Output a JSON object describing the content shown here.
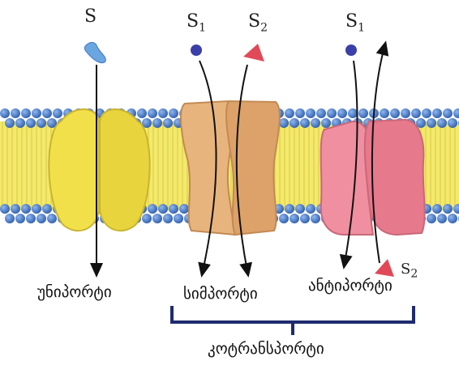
{
  "substrates": {
    "uniport": "S",
    "symport_1": "S",
    "symport_1_sub": "1",
    "symport_2": "S",
    "symport_2_sub": "2",
    "antiport_1": "S",
    "antiport_1_sub": "1",
    "antiport_2": "S",
    "antiport_2_sub": "2"
  },
  "labels": {
    "uniport": "უნიპორტი",
    "symport": "სიმპორტი",
    "antiport": "ანტიპორტი",
    "cotransport": "კოტრანსპორტი"
  },
  "colors": {
    "lipid_head": "#3f78c8",
    "lipid_tail": "#f3e96a",
    "uniporter": "#f2e04a",
    "symporter": "#e8b47e",
    "antiporter": "#ef8fa0",
    "bracket": "#1f2b6e",
    "molecule_s": "#6aa6e0",
    "molecule_s1": "#3b3fa8",
    "molecule_s2": "#e04a58"
  }
}
